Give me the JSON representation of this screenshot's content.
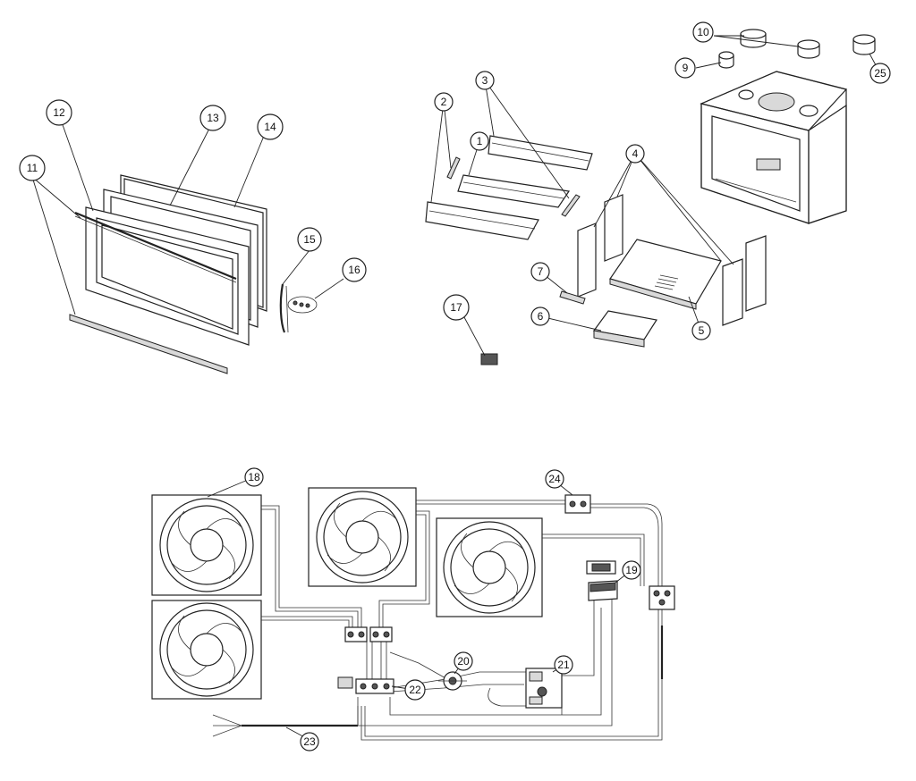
{
  "callouts": {
    "c1": "1",
    "c2": "2",
    "c3": "3",
    "c4": "4",
    "c5": "5",
    "c6": "6",
    "c7": "7",
    "c9": "9",
    "c10": "10",
    "c11": "11",
    "c12": "12",
    "c13": "13",
    "c14": "14",
    "c15": "15",
    "c16": "16",
    "c17": "17",
    "c18": "18",
    "c19": "19",
    "c20": "20",
    "c21": "21",
    "c22": "22",
    "c23": "23",
    "c24": "24",
    "c25": "25"
  },
  "colors": {
    "line": "#222222",
    "background": "#ffffff"
  }
}
